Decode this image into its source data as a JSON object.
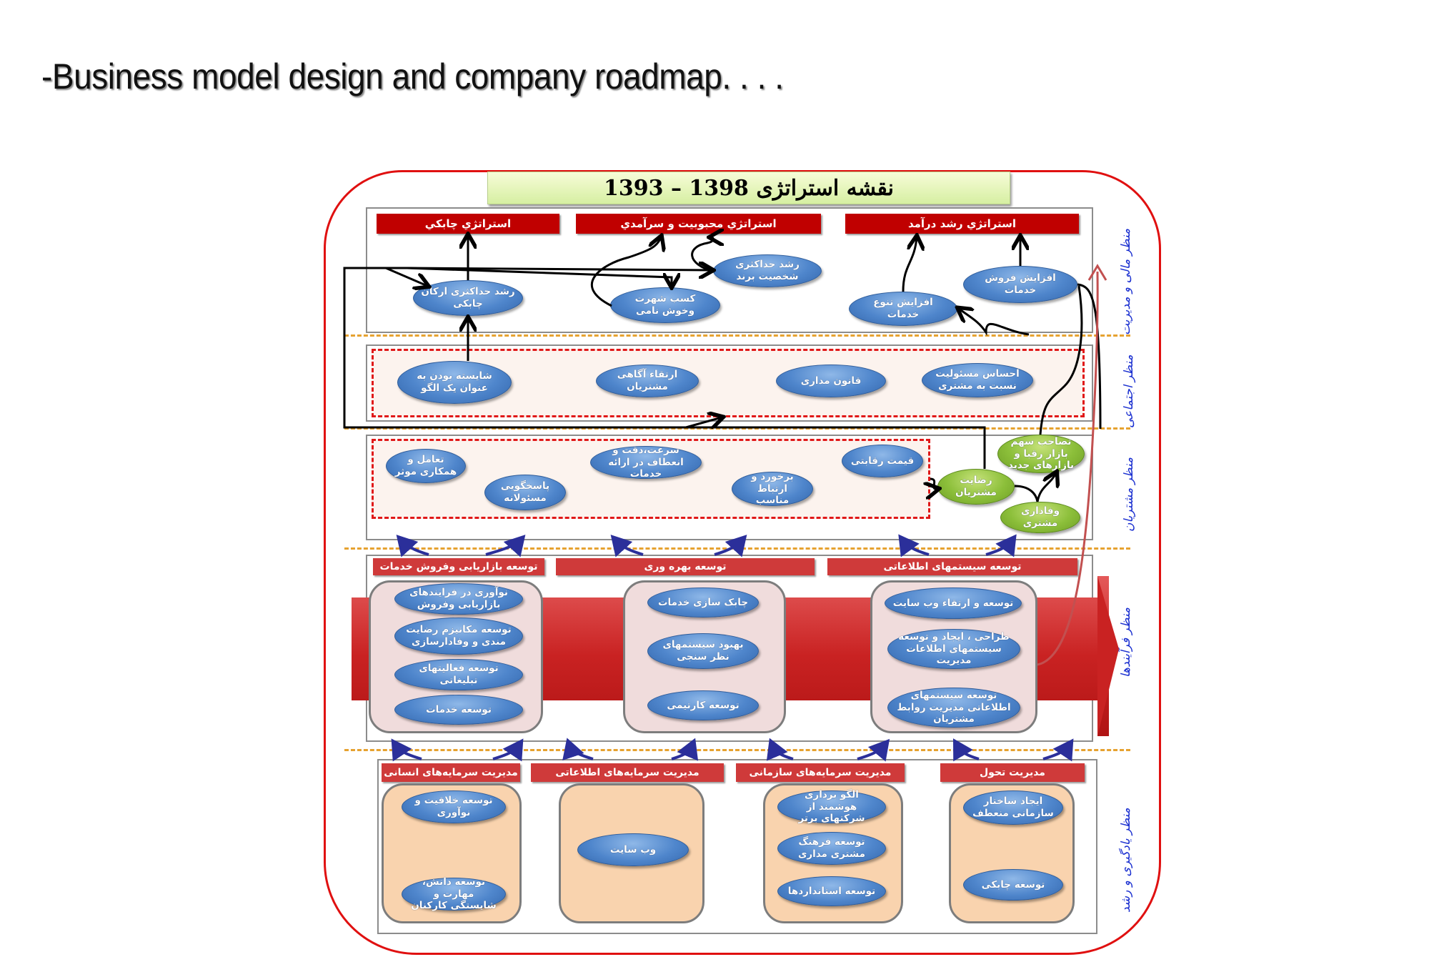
{
  "slide": {
    "title": "-Business model design and company roadmap. . . ."
  },
  "map": {
    "title": "نقشه استراتژی 1398 – 1393"
  },
  "perspectives": [
    {
      "label": "منظر مالی و مدیریت"
    },
    {
      "label": "منظر اجتماعی"
    },
    {
      "label": "منظر مشتریان"
    },
    {
      "label": "منظر فرآیندها"
    },
    {
      "label": "منظر یادگیری و رشد"
    }
  ],
  "strategies": [
    {
      "label": "استراتژي چابکي"
    },
    {
      "label": "استراتژي محبوبيت و سرآمدي"
    },
    {
      "label": "استراتژي رشد درآمد"
    }
  ],
  "financial_nodes": [
    {
      "label": "رشد حداکثری ارکان چابکی"
    },
    {
      "label": "کسب شهرت وخوش نامی"
    },
    {
      "label": "رشد حداکثری شخصیت برند"
    },
    {
      "label": "افزایش تنوع خدمات"
    },
    {
      "label": "افزایش فروش خدمات"
    }
  ],
  "social_nodes": [
    {
      "label": "شایسته بودن به عنوان یک الگو"
    },
    {
      "label": "ارتقاء آگاهی مشتریان"
    },
    {
      "label": "قانون مداری"
    },
    {
      "label": "احساس مسئولیت نسبت به مشتری"
    }
  ],
  "customer_nodes": [
    {
      "label": "تعامل و همکاری موثر"
    },
    {
      "label": "پاسخگویی مسئولانه"
    },
    {
      "label": "سرعت،دقت و انعطاف در ارائه خدمات"
    },
    {
      "label": "برخورد و ارتباط مناسب"
    },
    {
      "label": "قیمت رقابتی"
    }
  ],
  "customer_outcomes": [
    {
      "label": "رضایت مشتریان"
    },
    {
      "label": "تصاحب سهم بازار رقبا و بازارهای جدید"
    },
    {
      "label": "وفاداری مشتری"
    }
  ],
  "process_groups": [
    {
      "header": "توسعه بازاریابی وفروش خدمات",
      "items": [
        "نوآوری در فرایندهای بازاریابی وفروش",
        "توسعه مکانیزم رضایت مندی و وفادارسازی",
        "توسعه فعالیتهای تبلیغاتی",
        "توسعه خدمات"
      ]
    },
    {
      "header": "توسعه بهره وری",
      "items": [
        "چابک سازی خدمات",
        "بهبود سیستمهای نظر سنجی",
        "توسعه کارتیمی"
      ]
    },
    {
      "header": "توسعه سیستمهای اطلاعاتی",
      "items": [
        "توسعه و ارتقاء وب سایت",
        "طراحی ، ایجاد و توسعه سیستمهای اطلاعات مدیریت",
        "توسعه سیستمهای اطلاعاتی مدیریت روابط مشتریان"
      ]
    }
  ],
  "learning_groups": [
    {
      "header": "مدیریت سرمایه‌های انسانی",
      "items": [
        "توسعه خلاقیت و نوآوری",
        "توسعه دانش، مهارت و شایستگی کارکنان"
      ]
    },
    {
      "header": "مدیریت سرمایه‌های اطلاعاتی",
      "items": [
        "وب سایت"
      ]
    },
    {
      "header": "مدیریت سرمایه‌های سازمانی",
      "items": [
        "الگو برداری هوشمند از شرکتهای برتر",
        "توسعه فرهنگ مشتری مداری",
        "توسعه استانداردها"
      ]
    },
    {
      "header": "مدیریت تحول",
      "items": [
        "ایجاد ساختار سازمانی منعطف",
        "توسعه چابکی"
      ]
    }
  ],
  "colors": {
    "frame_red": "#e01010",
    "strategy_red": "#c00000",
    "node_blue": "#4f86cc",
    "node_green": "#8cbf3a",
    "separator_orange": "#e6a230",
    "arrow_navy": "#2b2f9a",
    "label_blue": "#1a2fd0"
  }
}
